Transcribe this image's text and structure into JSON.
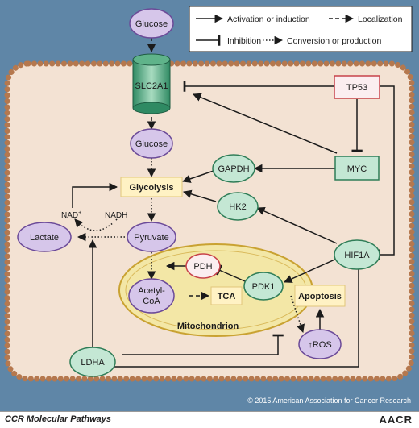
{
  "legend": {
    "activation": "Activation or induction",
    "localization": "Localization",
    "inhibition": "Inhibition",
    "conversion": "Conversion or production"
  },
  "nodes": {
    "glucose_outside": "Glucose",
    "slc2a1": "SLC2A1",
    "tp53": "TP53",
    "glucose_inside": "Glucose",
    "gapdh": "GAPDH",
    "myc": "MYC",
    "glycolysis": "Glycolysis",
    "hk2": "HK2",
    "nad_plus": "NAD",
    "nad_plus_sup": "+",
    "nadh": "NADH",
    "lactate": "Lactate",
    "pyruvate": "Pyruvate",
    "hif1a": "HIF1A",
    "pdh": "PDH",
    "acetyl_coa_line1": "Acetyl-",
    "acetyl_coa_line2": "CoA",
    "tca": "TCA",
    "pdk1": "PDK1",
    "apoptosis": "Apoptosis",
    "mitochondrion": "Mitochondrion",
    "ros": "↑ROS",
    "ldha": "LDHA"
  },
  "copyright": "© 2015 American Association for Cancer Research",
  "footer": {
    "journal": "CCR Molecular Pathways",
    "logo": "AACR"
  },
  "colors": {
    "background": "#5f86a7",
    "cell": "#f3e2d3",
    "membrane": "#b5784e",
    "purple_node": "#d6c6ea",
    "purple_border": "#6b4a98",
    "green_node": "#c4e7d4",
    "green_border": "#2f7d57",
    "red_border": "#c8424a",
    "red_fill": "#fbeef0",
    "yellow_box": "#fff2c4",
    "mito_fill": "#f3e7a6",
    "mito_border": "#c9a232"
  }
}
